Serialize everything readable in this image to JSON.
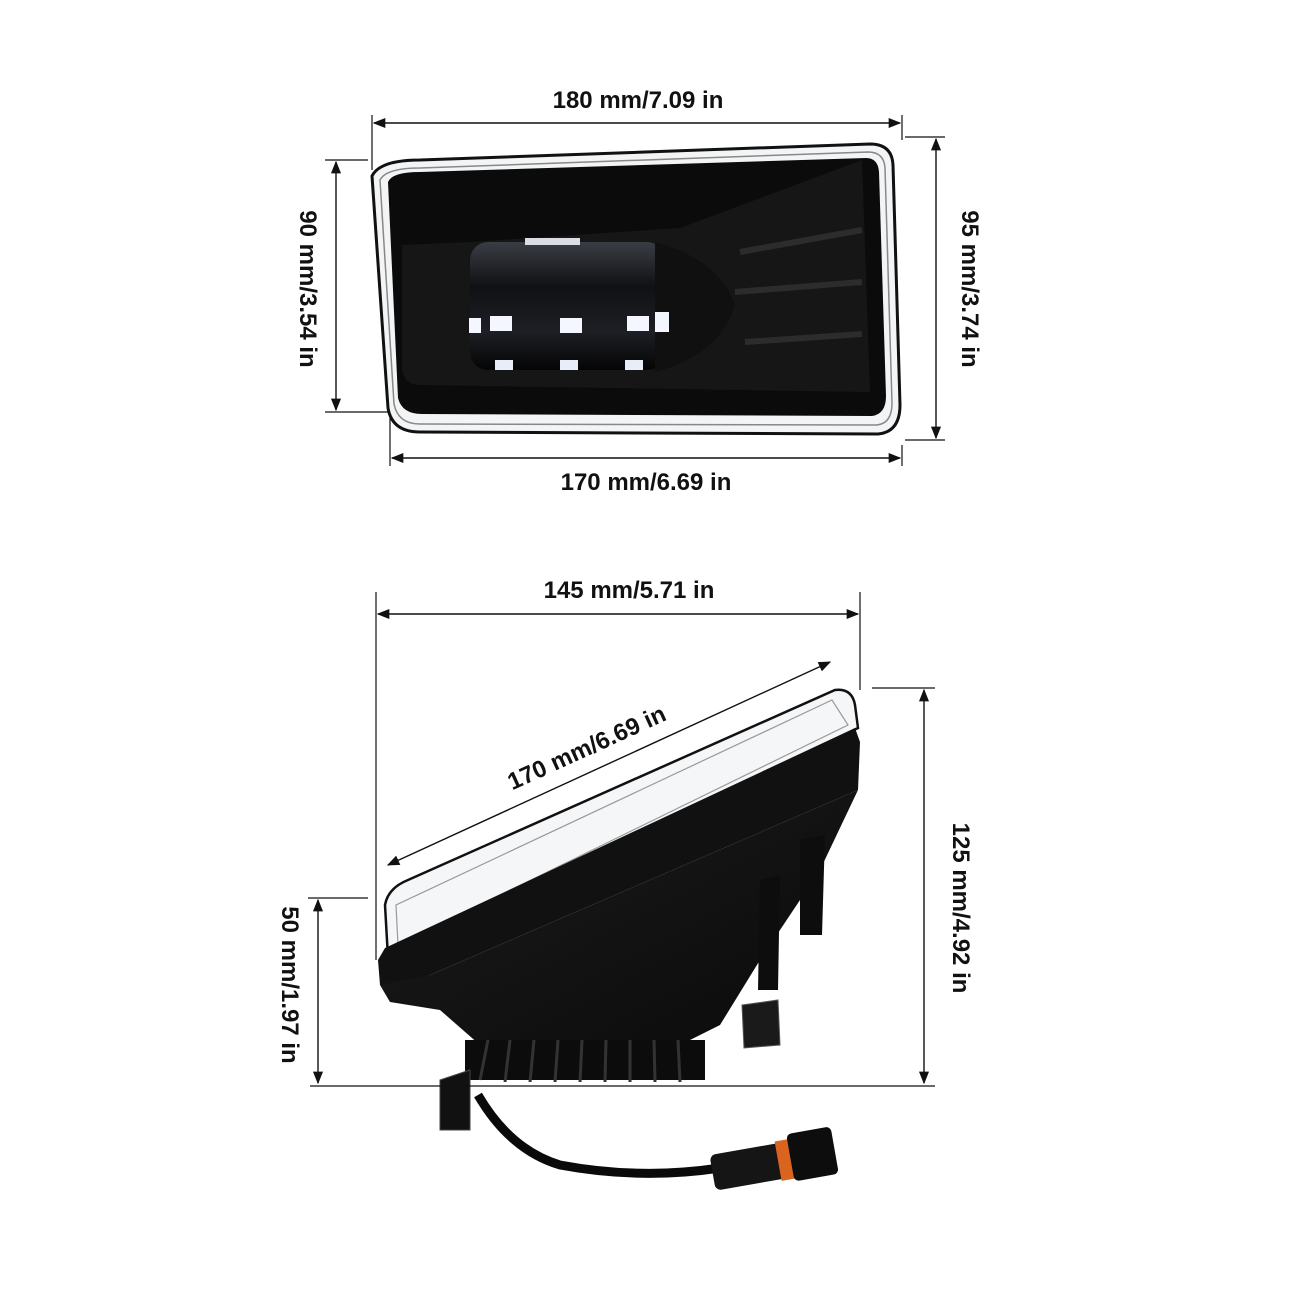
{
  "dimensions": {
    "top_width": "180 mm/7.09 in",
    "top_height_left": "90 mm/3.54 in",
    "top_height_right": "95 mm/3.74 in",
    "bottom_width": "170 mm/6.69 in",
    "side_width": "145 mm/5.71 in",
    "side_diagonal": "170 mm/6.69 in",
    "side_height_right": "125 mm/4.92 in",
    "side_height_left": "50 mm/1.97 in"
  },
  "colors": {
    "housing": "#0b0b0b",
    "lens_edge": "#cfd3d6",
    "led": "#f4f7ff",
    "text": "#111111"
  }
}
